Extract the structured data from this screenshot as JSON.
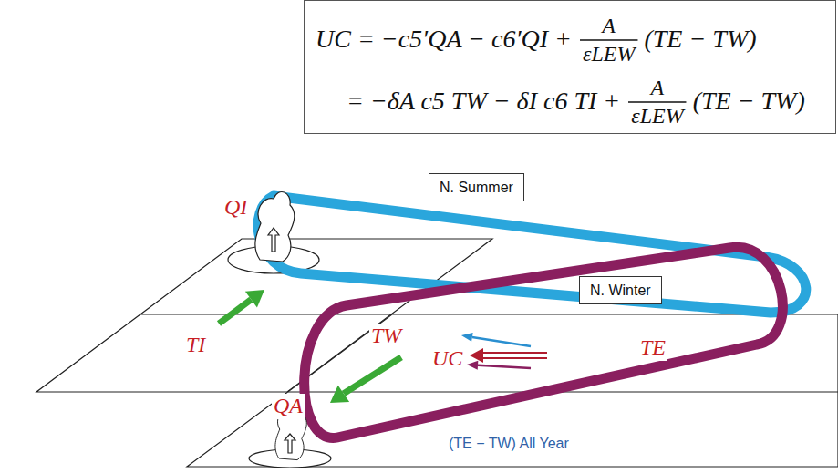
{
  "diagram": {
    "nodes": [
      {
        "text": [
          "UC = −c5′QA − c6′QI +",
          "A",
          "εLEW",
          "(TE − TW)",
          "= −δA c5 TW − δI c6 TI +",
          "A",
          "εLEW",
          "(TE − TW)"
        ]
      },
      {
        "text": [
          "N. Summer"
        ]
      },
      {
        "text": [
          "N. Winter"
        ]
      }
    ],
    "labels": [
      "QI",
      "TI",
      "QA",
      "TW",
      "UC",
      "TE",
      "(TE − TW) All Year"
    ]
  }
}
